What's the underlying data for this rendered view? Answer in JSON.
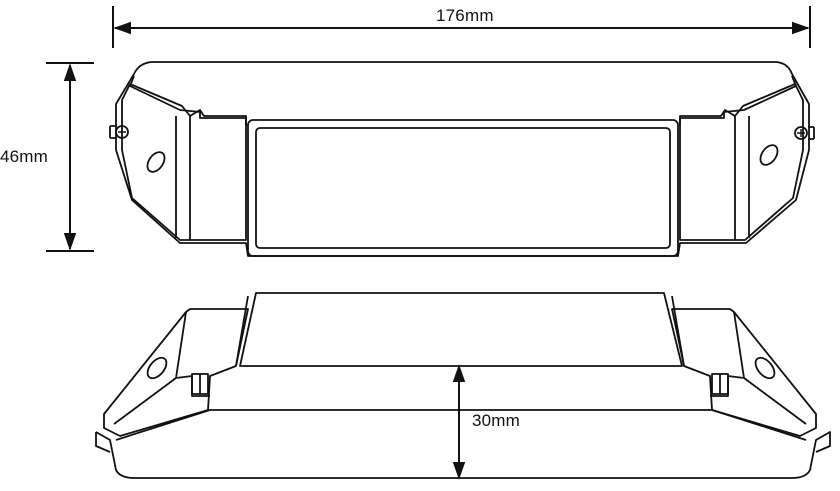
{
  "dimensions": {
    "width_label": "176mm",
    "height_label": "46mm",
    "depth_label": "30mm"
  },
  "colors": {
    "line": "#111111",
    "background": "#ffffff"
  }
}
